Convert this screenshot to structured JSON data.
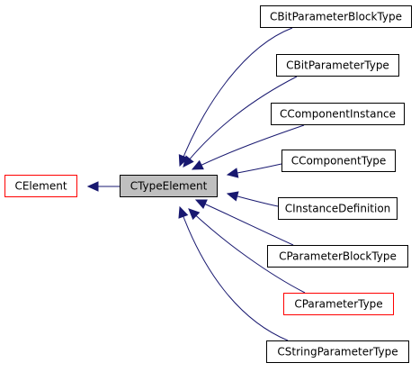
{
  "colors": {
    "edge": "#191970",
    "border_default": "#000000",
    "border_highlight": "#ff0000",
    "fill_focus": "#bfbfbf",
    "fill_default": "#ffffff"
  },
  "nodes": {
    "celement": {
      "label": "CElement",
      "style": "highlight"
    },
    "ctypeelement": {
      "label": "CTypeElement",
      "style": "focus"
    },
    "cbitparameterblocktype": {
      "label": "CBitParameterBlockType",
      "style": "default"
    },
    "cbitparametertype": {
      "label": "CBitParameterType",
      "style": "default"
    },
    "ccomponentinstance": {
      "label": "CComponentInstance",
      "style": "default"
    },
    "ccomponenttype": {
      "label": "CComponentType",
      "style": "default"
    },
    "cinstancedefinition": {
      "label": "CInstanceDefinition",
      "style": "default"
    },
    "cparameterblocktype": {
      "label": "CParameterBlockType",
      "style": "default"
    },
    "cparametertype": {
      "label": "CParameterType",
      "style": "highlight"
    },
    "cstringparametertype": {
      "label": "CStringParameterType",
      "style": "default"
    }
  },
  "edges": [
    {
      "from": "ctypeelement",
      "to": "celement"
    },
    {
      "from": "cbitparameterblocktype",
      "to": "ctypeelement"
    },
    {
      "from": "cbitparametertype",
      "to": "ctypeelement"
    },
    {
      "from": "ccomponentinstance",
      "to": "ctypeelement"
    },
    {
      "from": "ccomponenttype",
      "to": "ctypeelement"
    },
    {
      "from": "cinstancedefinition",
      "to": "ctypeelement"
    },
    {
      "from": "cparameterblocktype",
      "to": "ctypeelement"
    },
    {
      "from": "cparametertype",
      "to": "ctypeelement"
    },
    {
      "from": "cstringparametertype",
      "to": "ctypeelement"
    }
  ]
}
